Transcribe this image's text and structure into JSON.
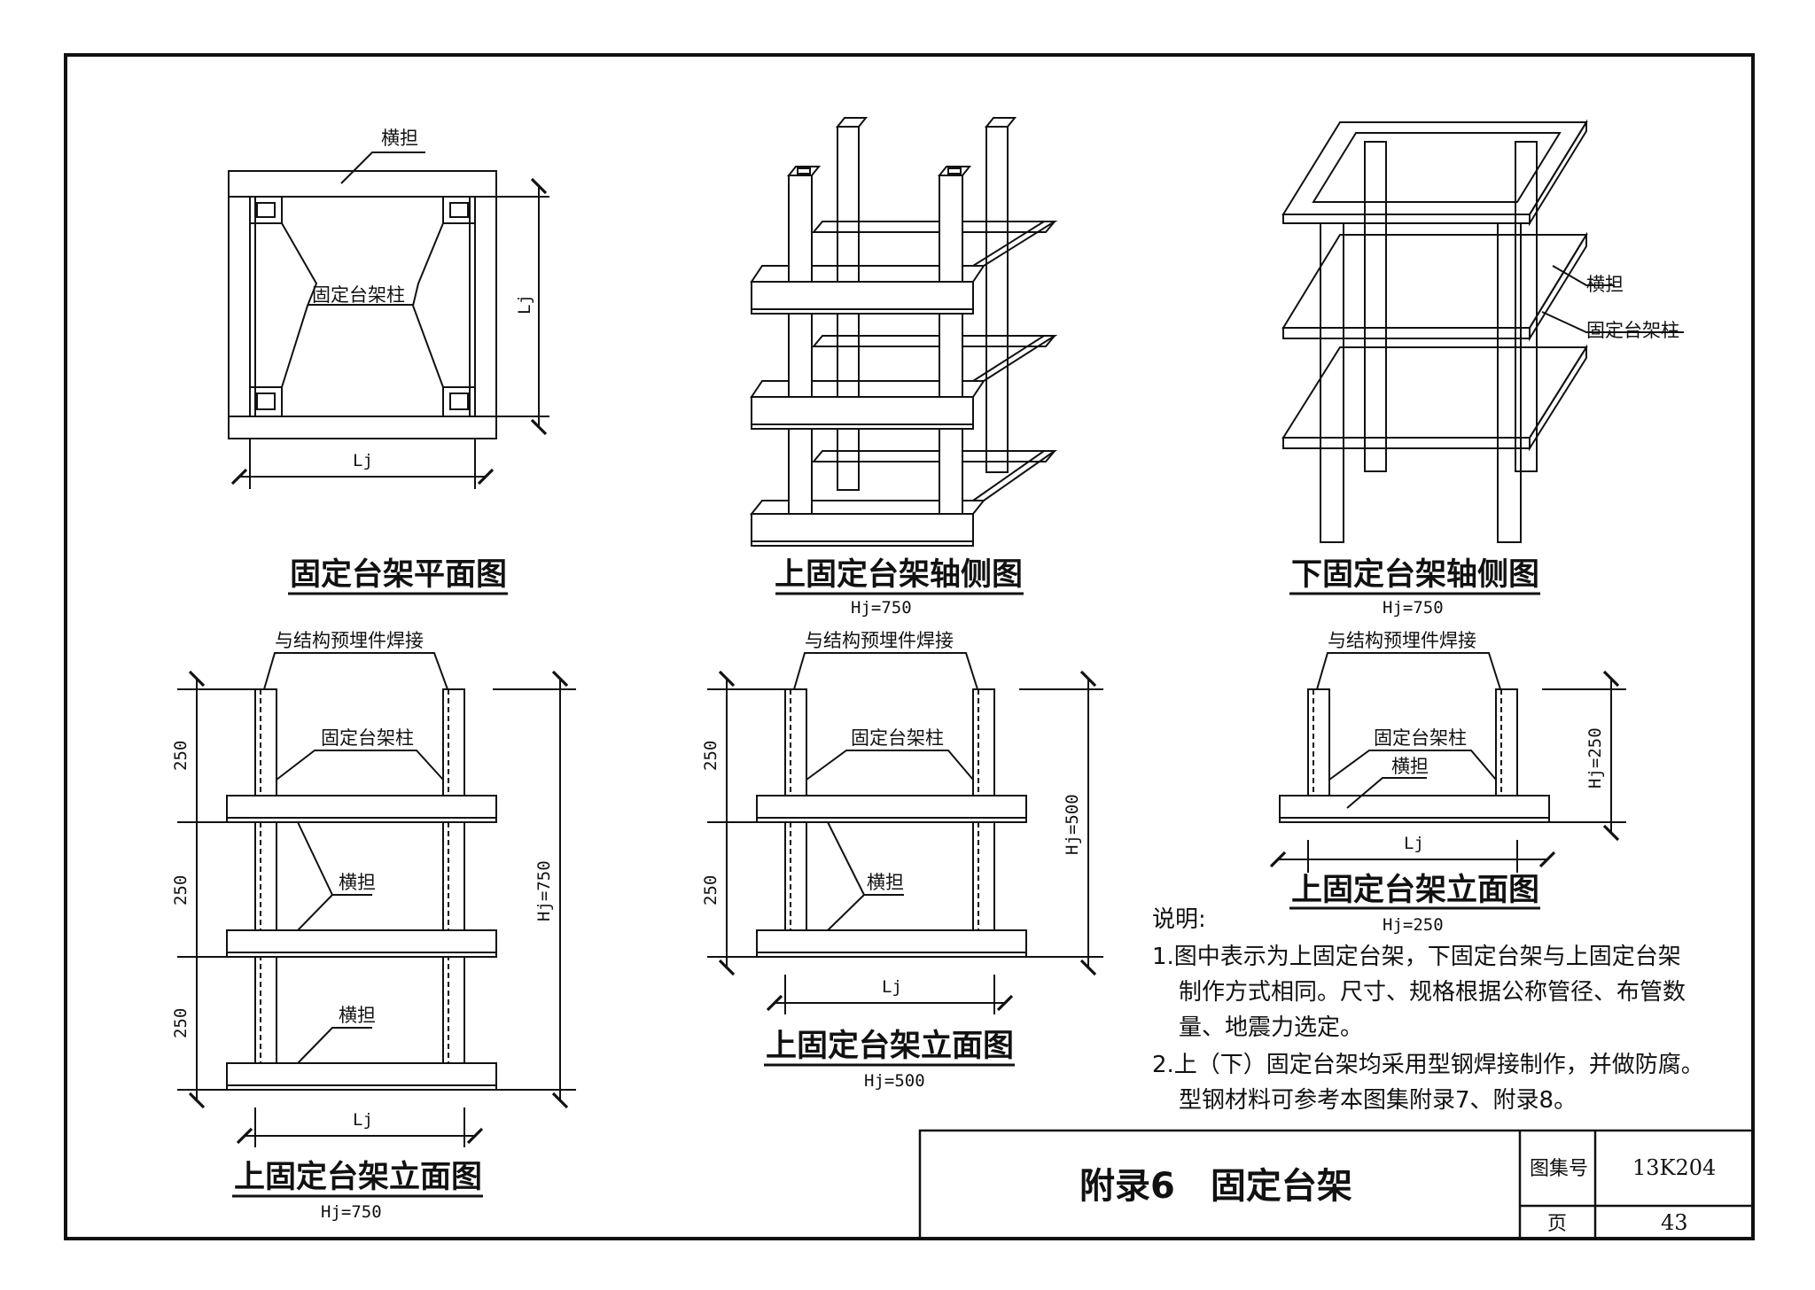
{
  "labels": {
    "crossarm": "横担",
    "column": "固定台架柱",
    "weld": "与结构预埋件焊接",
    "Lj": "Lj",
    "d250": "250",
    "Hj750": "Hj=750",
    "Hj500": "Hj=500",
    "Hj250": "Hj=250"
  },
  "titles": {
    "plan": "固定台架平面图",
    "upper_axo": "上固定台架轴侧图",
    "upper_axo_sub": "Hj=750",
    "lower_axo": "下固定台架轴侧图",
    "lower_axo_sub": "Hj=750",
    "elev750": "上固定台架立面图",
    "elev750_sub": "Hj=750",
    "elev500": "上固定台架立面图",
    "elev500_sub": "Hj=500",
    "elev250": "上固定台架立面图",
    "elev250_sub": "Hj=250"
  },
  "notes": {
    "heading": "说明:",
    "line1": "1.图中表示为上固定台架，下固定台架与上固定台架",
    "line2": "制作方式相同。尺寸、规格根据公称管径、布管数",
    "line3": "量、地震力选定。",
    "line4": "2.上（下）固定台架均采用型钢焊接制作，并做防腐。",
    "line5": "型钢材料可参考本图集附录7、附录8。"
  },
  "title_block": {
    "title": "附录6　固定台架",
    "atlas_label": "图集号",
    "atlas_value": "13K204",
    "page_label": "页",
    "page_value": "43"
  }
}
